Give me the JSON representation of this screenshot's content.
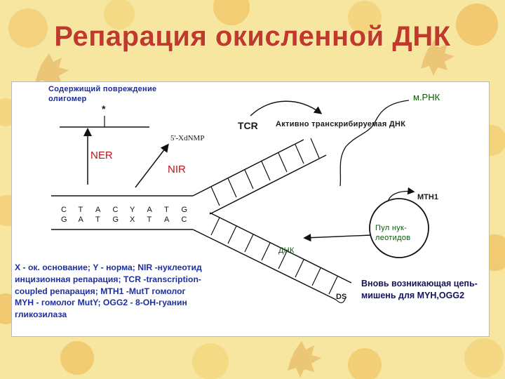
{
  "slide": {
    "title": "Репарация окисленной ДНК"
  },
  "diagram": {
    "damaged_oligomer_label_line1": "Содержищий повреждение",
    "damaged_oligomer_label_line2": "олигомер",
    "damage_mark": "*",
    "ner_label": "NER",
    "nir_label": "NIR",
    "xdnmp_label": "5'-XdNMP",
    "tcr_label": "TCR",
    "transcribed_dna_label": "Активно транскрибируемая ДНК",
    "mrna_label": "м.РНК",
    "mth1_label": "MTH1",
    "pool_label_line1": "Пул нук-",
    "pool_label_line2": "леотидов",
    "dna_label": "ДНК",
    "ds_label": "DS",
    "new_target_line1": "Вновь возникающая цепь-",
    "new_target_line2": "мишень для MYH,OGG2",
    "top_strand_bases": [
      "C",
      "T",
      "A",
      "C",
      "Y",
      "A",
      "T",
      "G"
    ],
    "bottom_strand_bases": [
      "G",
      "A",
      "T",
      "G",
      "X",
      "T",
      "A",
      "C"
    ]
  },
  "legend": {
    "line1": "X - ок. основание; Y - норма; NIR -нуклеотид",
    "line2": "инцизионная репарация; TCR -transcription-",
    "line3": "coupled репарация; MTH1 -MutT гомолог",
    "line4": "MYH - гомолог MutY; OGG2 - 8-OH-гуанин",
    "line5": "гликозилаза"
  },
  "colors": {
    "title": "#c0392b",
    "legend_text": "#1e2fa0",
    "ner_nir": "#c0121a",
    "green_text": "#0a5a0a",
    "background": "#f7e8a8"
  }
}
